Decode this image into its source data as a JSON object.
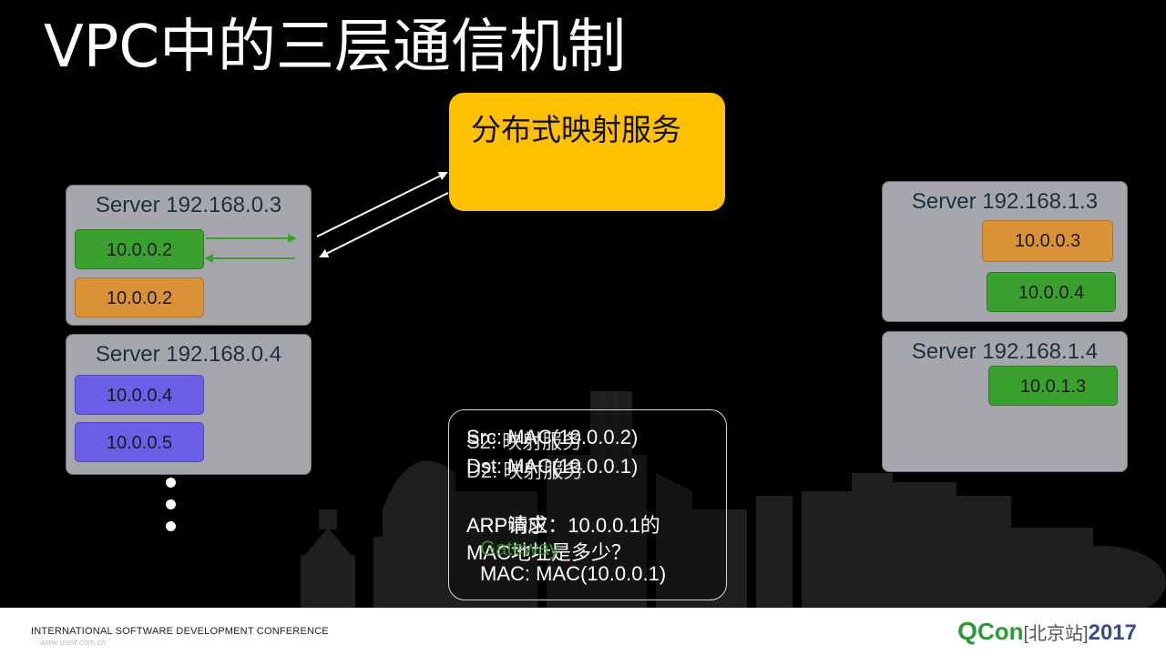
{
  "slide": {
    "title": "VPC中的三层通信机制"
  },
  "mapping_service": {
    "label": "分布式映射服务",
    "color": "#ffc000"
  },
  "servers": [
    {
      "name": "Server 192.168.0.3",
      "vms": [
        {
          "ip": "10.0.0.2",
          "color": "green"
        },
        {
          "ip": "10.0.0.2",
          "color": "orange"
        }
      ]
    },
    {
      "name": "Server 192.168.0.4",
      "vms": [
        {
          "ip": "10.0.0.4",
          "color": "purple"
        },
        {
          "ip": "10.0.0.5",
          "color": "purple"
        }
      ]
    },
    {
      "name": "Server 192.168.1.3",
      "vms": [
        {
          "ip": "10.0.0.3",
          "color": "orange"
        },
        {
          "ip": "10.0.0.4",
          "color": "green"
        }
      ]
    },
    {
      "name": "Server 192.168.1.4",
      "vms": [
        {
          "ip": "10.0.1.3",
          "color": "green"
        }
      ]
    }
  ],
  "info_box": {
    "lines": [
      "Src: MAC(10.0.0.2)",
      "Dst: MAC(10.0.0.1)",
      "S2: 映射服务",
      "D2: 映射服务",
      "ARP请求：10.0.0.1的",
      "MAC地址是多少？",
      "ARP响应",
      "Gateway",
      "MAC: MAC(10.0.0.1)"
    ]
  },
  "footer": {
    "conference": "INTERNATIONAL SOFTWARE DEVELOPMENT CONFERENCE",
    "watermark": "www.useit.com.cn",
    "brand_q": "Q",
    "brand_con": "Con",
    "brand_site": "[北京站]",
    "brand_year": "2017"
  },
  "colors": {
    "background": "#000000",
    "vm_green": "#3ba12e",
    "vm_orange": "#d99336",
    "vm_purple": "#6a5fe6",
    "server_gray": "#a6a7ad",
    "arrow_green": "#3ba12e"
  }
}
